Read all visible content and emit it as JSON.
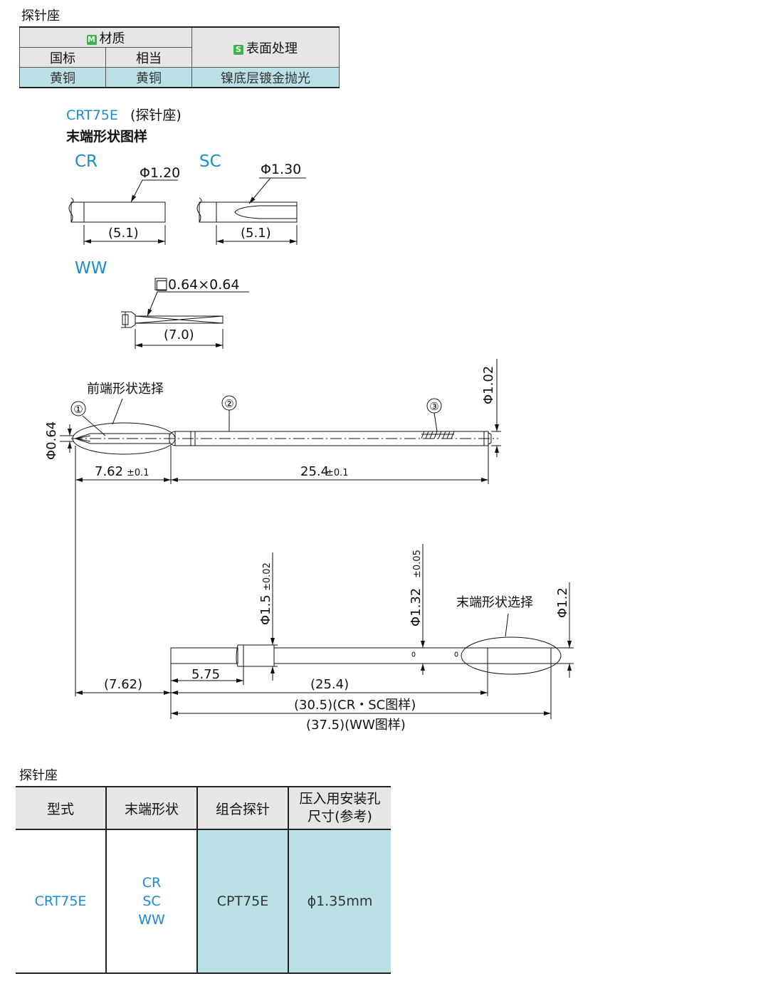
{
  "material_section": {
    "title": "探针座",
    "material_badge": "M",
    "material_header": "材质",
    "surface_badge": "S",
    "surface_header": "表面处理",
    "col_national": "国标",
    "col_equivalent": "相当",
    "val_national": "黄铜",
    "val_equivalent": "黄铜",
    "val_surface": "镍底层镀金抛光"
  },
  "tip_section": {
    "model_title": "CRT75E",
    "model_suffix": "(探针座)",
    "subtitle": "末端形状图样",
    "cr": {
      "label": "CR",
      "diameter": "Φ1.20",
      "length": "(5.1)"
    },
    "sc": {
      "label": "SC",
      "diameter": "Φ1.30",
      "length": "(5.1)"
    },
    "ww": {
      "label": "WW",
      "square": "□0.64×0.64",
      "length": "(7.0)"
    }
  },
  "probe_drawing": {
    "front_shape_label": "前端形状选择",
    "marker_1": "①",
    "marker_2": "②",
    "marker_3": "③",
    "dia_tip": "Φ0.64",
    "dia_body": "Φ1.02",
    "len_front": "7.62",
    "len_front_tol": "±0.1",
    "len_body": "25.4",
    "len_body_tol": "±0.1"
  },
  "socket_drawing": {
    "dia_head": "Φ1.5",
    "dia_head_tol": "±0.02",
    "dia_body": "Φ1.32",
    "dia_body_tol": "±0.05",
    "dia_end": "Φ1.2",
    "end_shape_label": "末端形状选择",
    "dim_762": "(7.62)",
    "dim_575": "5.75",
    "dim_254": "(25.4)",
    "dim_305": "(30.5)(CR・SC图样)",
    "dim_375": "(37.5)(WW图样)"
  },
  "spec_table": {
    "title": "探针座",
    "headers": [
      "型式",
      "末端形状",
      "组合探针",
      "压入用安装孔",
      "尺寸(参考)"
    ],
    "model": "CRT75E",
    "end_shapes": [
      "CR",
      "SC",
      "WW"
    ],
    "probe": "CPT75E",
    "hole": "ϕ1.35mm"
  },
  "colors": {
    "accent_blue": "#1a8ccf",
    "teal_cell": "#b9e1e6",
    "header_gray": "#e6e6e6",
    "badge_green": "#3bb54a"
  }
}
